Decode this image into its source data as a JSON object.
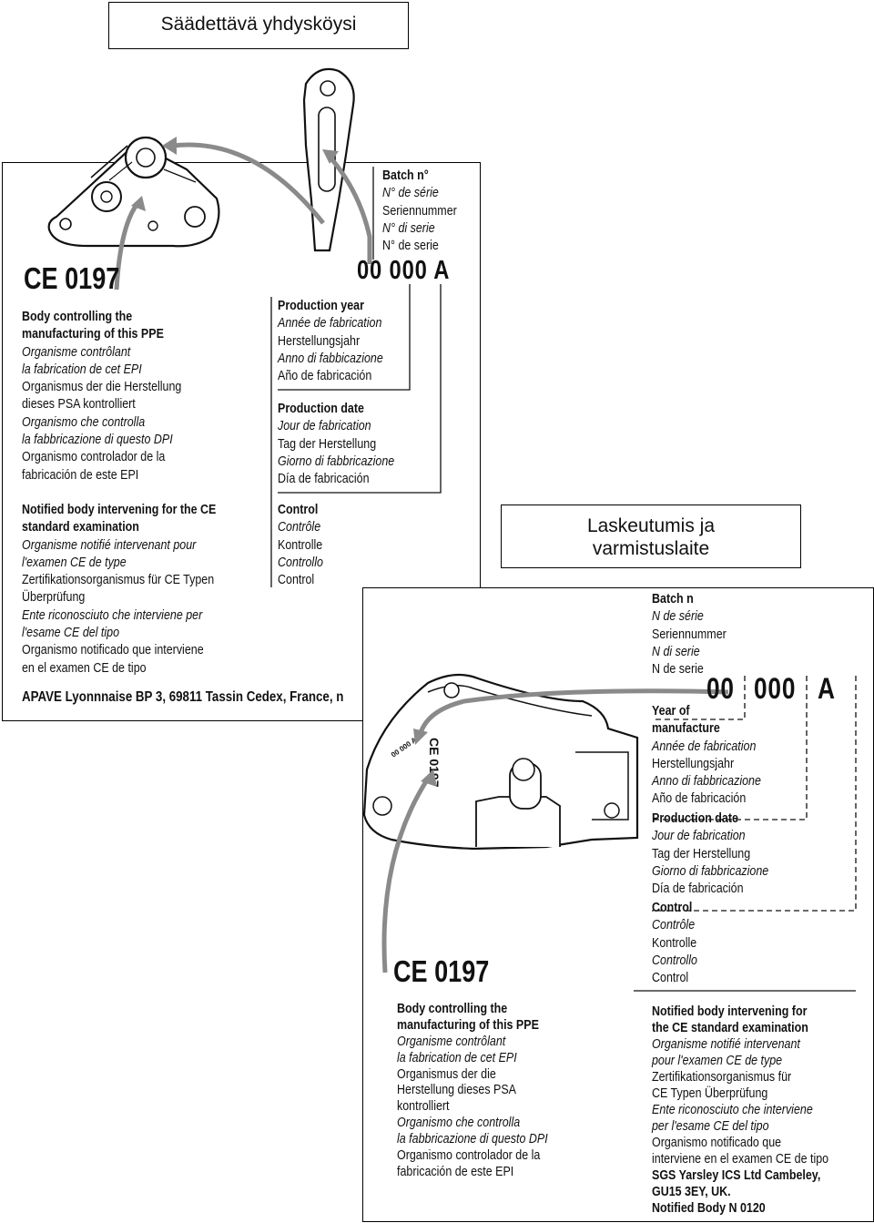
{
  "titles": {
    "top": "Säädettävä yhdysköysi",
    "right": "Laskeutumis ja varmistuslaite"
  },
  "label1": {
    "ce_mark": "CE 0197",
    "batch_code": "00 000 A",
    "batch": [
      "Batch n°",
      "N° de série",
      "Seriennummer",
      "N° di serie",
      "N° de serie"
    ],
    "production_year": [
      "Production year",
      "Année de fabrication",
      "Herstellungsjahr",
      "Anno di fabbicazione",
      "Año de fabricación"
    ],
    "production_date": [
      "Production date",
      "Jour de fabrication",
      "Tag der Herstellung",
      "Giorno di fabbricazione",
      "Día de fabricación"
    ],
    "control": [
      "Control",
      "Contrôle",
      "Kontrolle",
      "Controllo",
      "Control"
    ],
    "body_controlling": [
      "Body controlling the",
      "manufacturing of this PPE",
      "Organisme contrôlant",
      "la fabrication de cet EPI",
      "Organismus der die Herstellung",
      "dieses PSA kontrolliert",
      "Organismo che controlla",
      "la fabbricazione di questo DPI",
      "Organismo controlador de la",
      "fabricación de este EPI"
    ],
    "notified_body": [
      "Notified body intervening for the CE",
      "standard examination",
      "Organisme notifié intervenant pour",
      "l'examen CE de type",
      "Zertifikationsorganismus für CE Typen",
      "Überprüfung",
      "Ente riconosciuto che interviene per",
      "l'esame CE del tipo",
      "Organismo notificado que interviene",
      "en el examen CE de tipo"
    ],
    "address": "APAVE Lyonnnaise BP 3, 69811 Tassin Cedex, France, n"
  },
  "label2": {
    "ce_mark": "CE 0197",
    "batch_code": [
      "00",
      "000",
      "A"
    ],
    "batch": [
      "Batch n",
      "N de série",
      "Seriennummer",
      "N di serie",
      "N de serie"
    ],
    "year_of_manufacture": [
      "Year of",
      "manufacture",
      "Année de fabrication",
      "Herstellungsjahr",
      "Anno di fabbricazione",
      "Año de fabricación"
    ],
    "production_date": [
      "Production date",
      "Jour de fabrication",
      "Tag der Herstellung",
      "Giorno di fabbricazione",
      "Día de fabricación"
    ],
    "control": [
      "Control",
      "Contrôle",
      "Kontrolle",
      "Controllo",
      "Control"
    ],
    "body_controlling": [
      "Body controlling the",
      "manufacturing of this PPE",
      "Organisme contrôlant",
      "la fabrication de cet EPI",
      "Organismus der die",
      "Herstellung dieses PSA",
      "kontrolliert",
      "Organismo che controlla",
      "la fabbricazione di questo DPI",
      "Organismo controlador de la",
      "fabricación de este EPI"
    ],
    "notified_body": [
      "Notified body intervening for",
      "the CE standard examination",
      "Organisme notifié intervenant",
      "pour l'examen CE de type",
      "Zertifikationsorganismus für",
      "CE Typen Überprüfung",
      "Ente riconosciuto che interviene",
      "per l'esame CE del tipo",
      "Organismo notificado que",
      "interviene en el examen CE de tipo",
      "SGS Yarsley ICS Ltd Cambeley,",
      "GU15 3EY, UK.",
      "Notified Body N 0120"
    ],
    "engraving": "CE 0197"
  },
  "colors": {
    "arrow": "#8a8a8a",
    "ink": "#111111"
  }
}
